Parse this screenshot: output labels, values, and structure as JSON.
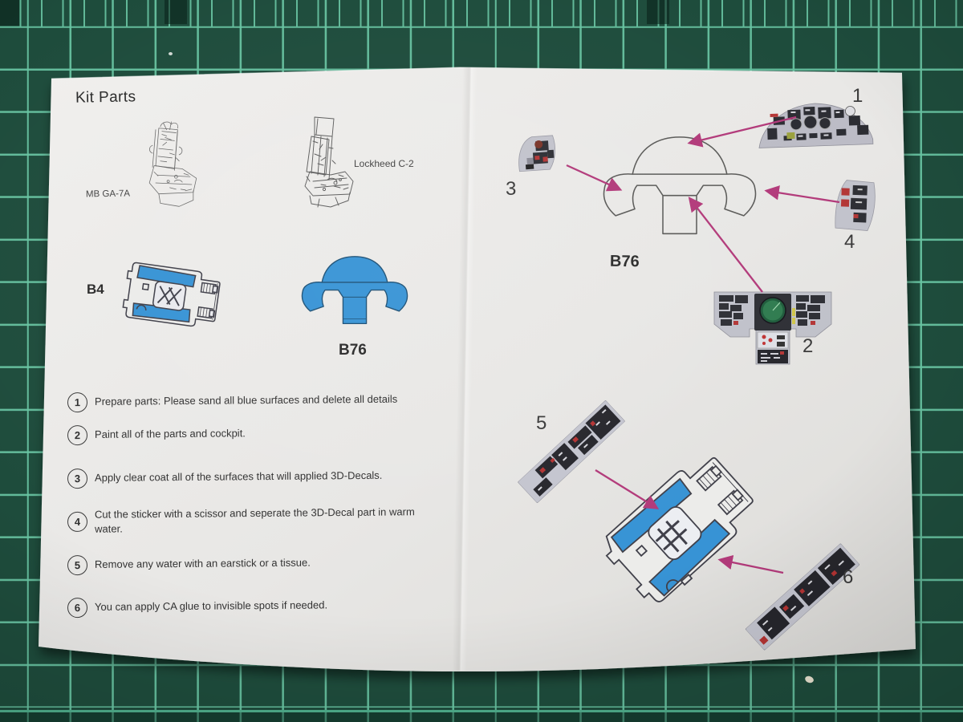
{
  "photo": {
    "description": "Model kit 3D-decal instruction sheet lying on a green cutting mat"
  },
  "colors": {
    "mat_green": "#1e4c3c",
    "mat_grid_line": "#68c4a2",
    "paper": "#e9e8e6",
    "part_blue": "#3793d5",
    "arrow_magenta": "#b23a7a",
    "ink": "#333333"
  },
  "left_page": {
    "title": "Kit Parts",
    "seats": [
      {
        "label": "MB GA-7A"
      },
      {
        "label": "Lockheed C-2"
      }
    ],
    "parts": [
      {
        "label": "B4"
      },
      {
        "label": "B76"
      }
    ],
    "steps": [
      {
        "num": "1",
        "text": "Prepare parts: Please sand all  blue  surfaces and delete all details"
      },
      {
        "num": "2",
        "text": "Paint all of the parts and cockpit."
      },
      {
        "num": "3",
        "text": "Apply clear coat all of the surfaces that will applied 3D-Decals."
      },
      {
        "num": "4",
        "text": "Cut the sticker with a scissor and seperate the 3D-Decal part in warm water."
      },
      {
        "num": "5",
        "text": "Remove any water with an earstick or a tissue."
      },
      {
        "num": "6",
        "text": "You can apply CA glue to invisible spots if needed."
      }
    ]
  },
  "right_page": {
    "part_label": "B76",
    "callouts": [
      {
        "num": "1"
      },
      {
        "num": "2"
      },
      {
        "num": "3"
      },
      {
        "num": "4"
      },
      {
        "num": "5"
      },
      {
        "num": "6"
      }
    ]
  }
}
